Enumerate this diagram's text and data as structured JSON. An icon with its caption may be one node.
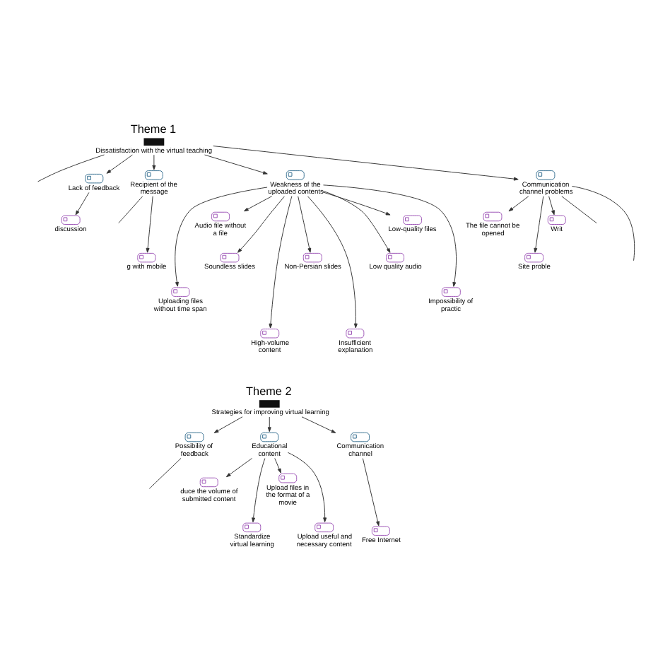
{
  "diagram": {
    "nodes": [
      {
        "text": [
          "Theme 1",
          "Dissatisfaction with the virtual teaching"
        ]
      },
      {
        "text": [
          "Lack of feedback"
        ]
      },
      {
        "text": [
          "Communication channel problems"
        ]
      },
      {
        "text": [
          "Writ"
        ]
      },
      {
        "text": [
          "discussion"
        ]
      },
      {
        "text": [
          "Recipient of the message"
        ]
      },
      {
        "text": [
          "Weakness of the uploaded contents"
        ]
      },
      {
        "text": [
          "The file cannot be opened"
        ]
      },
      {
        "text": [
          "Site proble"
        ]
      },
      {
        "text": [
          "Audio file without a file"
        ]
      },
      {
        "text": [
          "Low-quality files"
        ]
      },
      {
        "text": [
          "Soundless slides"
        ]
      },
      {
        "text": [
          "Non-Persian slides"
        ]
      },
      {
        "text": [
          "Low quality audio"
        ]
      },
      {
        "text": [
          "g with mobile"
        ]
      },
      {
        "text": [
          "Impossibility of practic"
        ]
      },
      {
        "text": [
          "Uploading files without time span"
        ]
      },
      {
        "text": [
          "High-volume content"
        ]
      },
      {
        "text": [
          "Insufficient explanation"
        ]
      },
      {
        "text": [
          "Theme 2",
          "Strategies for improving virtual learning"
        ]
      },
      {
        "text": [
          "Possibility of feedback"
        ]
      },
      {
        "text": [
          "Educational content"
        ]
      },
      {
        "text": [
          "Communication channel"
        ]
      },
      {
        "text": [
          "duce the volume of submitted content"
        ]
      },
      {
        "text": [
          "Upload files in the format of a movie"
        ]
      },
      {
        "text": [
          "Standardize virtual learning"
        ]
      },
      {
        "text": [
          "Free Internet"
        ]
      },
      {
        "text": [
          "Upload useful and necessary content"
        ]
      }
    ],
    "edges": [
      {
        "from": 0,
        "to": null,
        "arrow": "none"
      },
      {
        "from": 0,
        "to": 1,
        "arrow": "to"
      },
      {
        "from": 0,
        "to": 5,
        "arrow": "to"
      },
      {
        "from": 0,
        "to": 6,
        "arrow": "to"
      },
      {
        "from": 0,
        "to": 2,
        "arrow": "to"
      },
      {
        "from": 1,
        "to": 4,
        "arrow": "to"
      },
      {
        "from": 5,
        "to": null,
        "arrow": "none"
      },
      {
        "from": 5,
        "to": 14,
        "arrow": "to"
      },
      {
        "from": 6,
        "to": 16,
        "arrow": "to"
      },
      {
        "from": 6,
        "to": 9,
        "arrow": "to"
      },
      {
        "from": 6,
        "to": 11,
        "arrow": "to"
      },
      {
        "from": 6,
        "to": 17,
        "arrow": "to"
      },
      {
        "from": 6,
        "to": 12,
        "arrow": "to"
      },
      {
        "from": 6,
        "to": 18,
        "arrow": "to"
      },
      {
        "from": 6,
        "to": 13,
        "arrow": "to"
      },
      {
        "from": 6,
        "to": 10,
        "arrow": "to"
      },
      {
        "from": 6,
        "to": 15,
        "arrow": "to"
      },
      {
        "from": 2,
        "to": 7,
        "arrow": "to"
      },
      {
        "from": 2,
        "to": 8,
        "arrow": "to"
      },
      {
        "from": 2,
        "to": 3,
        "arrow": "to"
      },
      {
        "from": 2,
        "to": null,
        "arrow": "none"
      },
      {
        "from": 2,
        "to": null,
        "arrow": "none"
      },
      {
        "from": 19,
        "to": 20,
        "arrow": "to"
      },
      {
        "from": 19,
        "to": 21,
        "arrow": "to"
      },
      {
        "from": 19,
        "to": 22,
        "arrow": "to"
      },
      {
        "from": 20,
        "to": null,
        "arrow": "none"
      },
      {
        "from": 21,
        "to": 23,
        "arrow": "to"
      },
      {
        "from": 21,
        "to": 25,
        "arrow": "to"
      },
      {
        "from": 21,
        "to": 24,
        "arrow": "to"
      },
      {
        "from": 21,
        "to": 27,
        "arrow": "to"
      },
      {
        "from": 22,
        "to": 26,
        "arrow": "to"
      }
    ]
  }
}
